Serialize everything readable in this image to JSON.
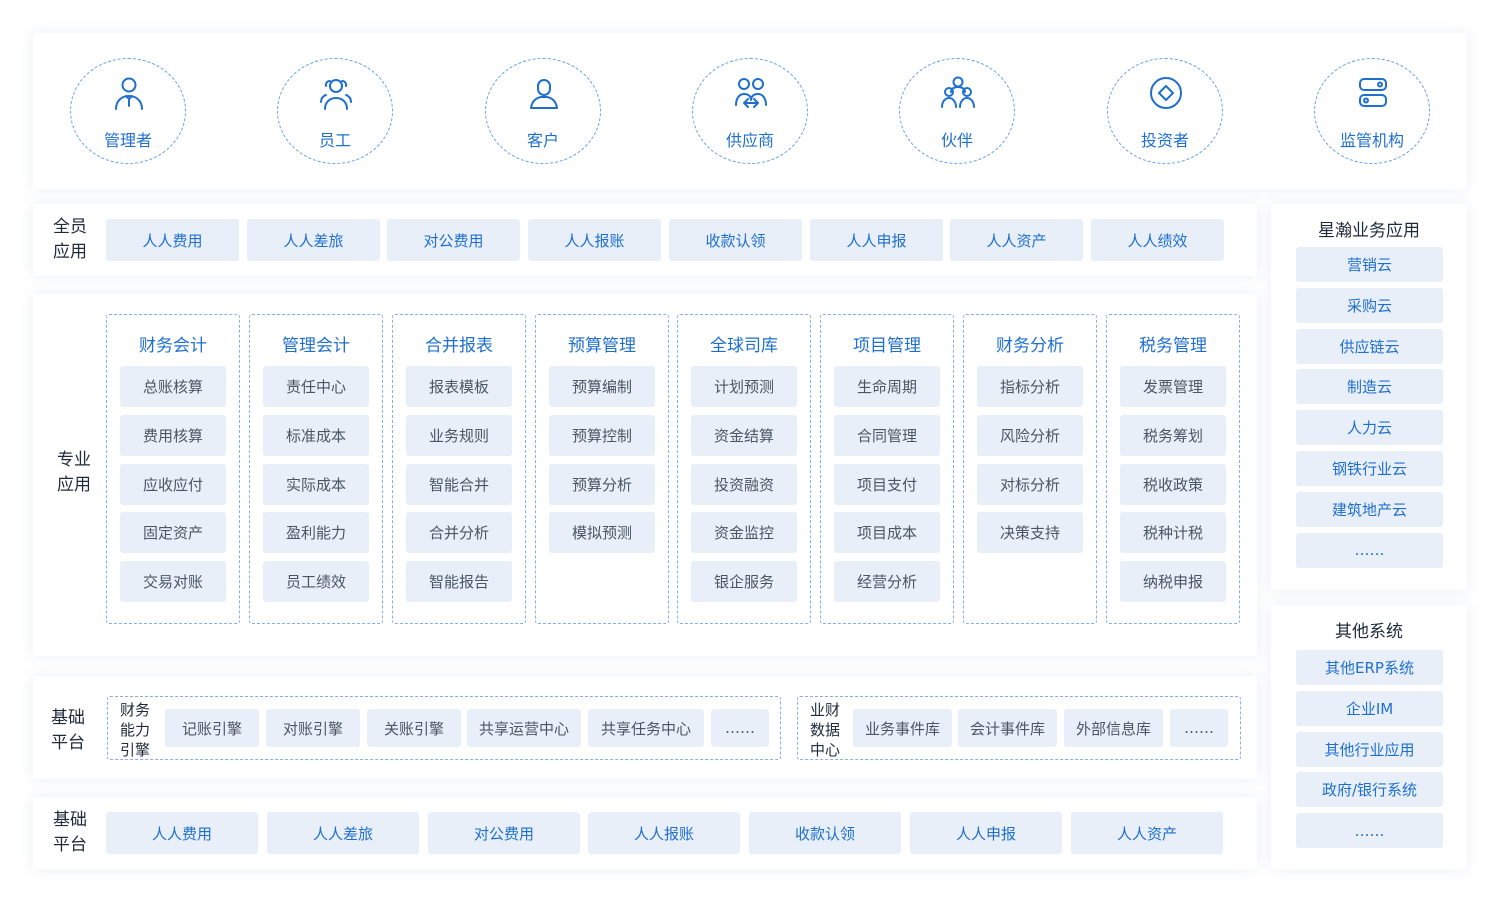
{
  "roles": [
    {
      "label": "管理者",
      "icon": "manager-icon"
    },
    {
      "label": "员工",
      "icon": "employee-icon"
    },
    {
      "label": "客户",
      "icon": "customer-icon"
    },
    {
      "label": "供应商",
      "icon": "supplier-icon"
    },
    {
      "label": "伙伴",
      "icon": "partner-icon"
    },
    {
      "label": "投资者",
      "icon": "investor-icon"
    },
    {
      "label": "监管机构",
      "icon": "regulator-icon"
    }
  ],
  "all_staff": {
    "label_line1": "全员",
    "label_line2": "应用",
    "items": [
      "人人费用",
      "人人差旅",
      "对公费用",
      "人人报账",
      "收款认领",
      "人人申报",
      "人人资产",
      "人人绩效"
    ]
  },
  "professional": {
    "label_line1": "专业",
    "label_line2": "应用",
    "columns": [
      {
        "title": "财务会计",
        "items": [
          "总账核算",
          "费用核算",
          "应收应付",
          "固定资产",
          "交易对账"
        ]
      },
      {
        "title": "管理会计",
        "items": [
          "责任中心",
          "标准成本",
          "实际成本",
          "盈利能力",
          "员工绩效"
        ]
      },
      {
        "title": "合并报表",
        "items": [
          "报表模板",
          "业务规则",
          "智能合并",
          "合并分析",
          "智能报告"
        ]
      },
      {
        "title": "预算管理",
        "items": [
          "预算编制",
          "预算控制",
          "预算分析",
          "模拟预测"
        ]
      },
      {
        "title": "全球司库",
        "items": [
          "计划预测",
          "资金结算",
          "投资融资",
          "资金监控",
          "银企服务"
        ]
      },
      {
        "title": "项目管理",
        "items": [
          "生命周期",
          "合同管理",
          "项目支付",
          "项目成本",
          "经营分析"
        ]
      },
      {
        "title": "财务分析",
        "items": [
          "指标分析",
          "风险分析",
          "对标分析",
          "决策支持"
        ]
      },
      {
        "title": "税务管理",
        "items": [
          "发票管理",
          "税务筹划",
          "税收政策",
          "税种计税",
          "纳税申报"
        ]
      }
    ]
  },
  "base_platform_1": {
    "label_line1": "基础",
    "label_line2": "平台",
    "group1": {
      "title_lines": [
        "财务",
        "能力",
        "引擎"
      ],
      "items": [
        "记账引擎",
        "对账引擎",
        "关账引擎",
        "共享运营中心",
        "共享任务中心",
        "……"
      ]
    },
    "group2": {
      "title_lines": [
        "业财",
        "数据",
        "中心"
      ],
      "items": [
        "业务事件库",
        "会计事件库",
        "外部信息库",
        "……"
      ]
    }
  },
  "base_platform_2": {
    "label_line1": "基础",
    "label_line2": "平台",
    "items": [
      "人人费用",
      "人人差旅",
      "对公费用",
      "人人报账",
      "收款认领",
      "人人申报",
      "人人资产"
    ]
  },
  "xinghan": {
    "title": "星瀚业务应用",
    "items": [
      "营销云",
      "采购云",
      "供应链云",
      "制造云",
      "人力云",
      "钢铁行业云",
      "建筑地产云",
      "……"
    ]
  },
  "other_systems": {
    "title": "其他系统",
    "items": [
      "其他ERP系统",
      "企业IM",
      "其他行业应用",
      "政府/银行系统",
      "……"
    ]
  },
  "colors": {
    "accent": "#1f6fd1",
    "chip_bg": "#e8eff8",
    "dash": "#7fb3e8"
  }
}
